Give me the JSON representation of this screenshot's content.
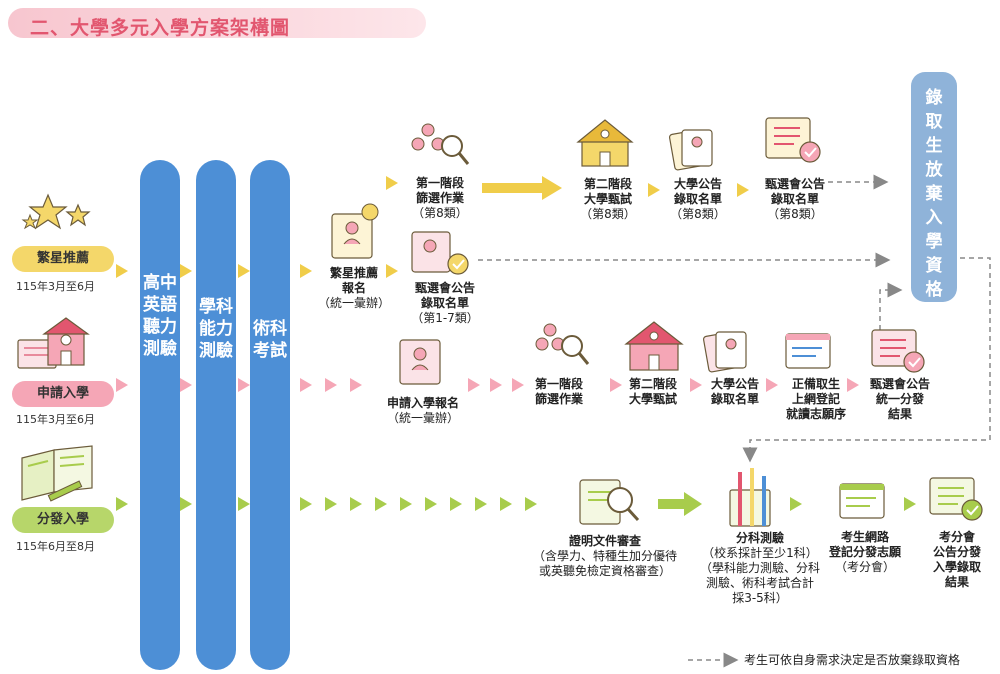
{
  "title": "二、大學多元入學方案架構圖",
  "channels": [
    {
      "name": "繁星推薦",
      "date": "115年3月至6月",
      "color": "#f4d76a"
    },
    {
      "name": "申請入學",
      "date": "115年3月至6月",
      "color": "#f5a6b6"
    },
    {
      "name": "分發入學",
      "date": "115年6月至8月",
      "color": "#b7d66a"
    }
  ],
  "exam_columns": [
    "高中英語聽力測驗",
    "學科能力測驗",
    "術科考試"
  ],
  "result_box": "錄取生放棄入學資格",
  "star": {
    "register": [
      "繁星推薦",
      "報名",
      "（統一彙辦）"
    ],
    "stage1": [
      "第一階段",
      "篩選作業",
      "（第8類）"
    ],
    "stage2": [
      "第二階段",
      "大學甄試",
      "（第8類）"
    ],
    "univ_list": [
      "大學公告",
      "錄取名單",
      "（第8類）"
    ],
    "council_list8": [
      "甄選會公告",
      "錄取名單",
      "（第8類）"
    ],
    "council_list17": [
      "甄選會公告",
      "錄取名單",
      "（第1-7類）"
    ]
  },
  "apply": {
    "register": [
      "申請入學報名",
      "（統一彙辦）"
    ],
    "stage1": [
      "第一階段",
      "篩選作業"
    ],
    "stage2": [
      "第二階段",
      "大學甄試"
    ],
    "univ_list": [
      "大學公告",
      "錄取名單"
    ],
    "online": [
      "正備取生",
      "上網登記",
      "就讀志願序"
    ],
    "result": [
      "甄選會公告",
      "統一分發",
      "結果"
    ]
  },
  "dist": {
    "review": [
      "證明文件審查",
      "（含學力、特種生加分優待",
      "或英聽免檢定資格審查）"
    ],
    "exam": [
      "分科測驗",
      "（校系採計至少1科）",
      "（學科能力測驗、分科",
      "測驗、術科考試合計",
      "採3-5科）"
    ],
    "register": [
      "考生網路",
      "登記分發志願",
      "（考分會）"
    ],
    "result": [
      "考分會",
      "公告分發",
      "入學錄取",
      "結果"
    ]
  },
  "legend": "考生可依自身需求決定是否放棄錄取資格"
}
